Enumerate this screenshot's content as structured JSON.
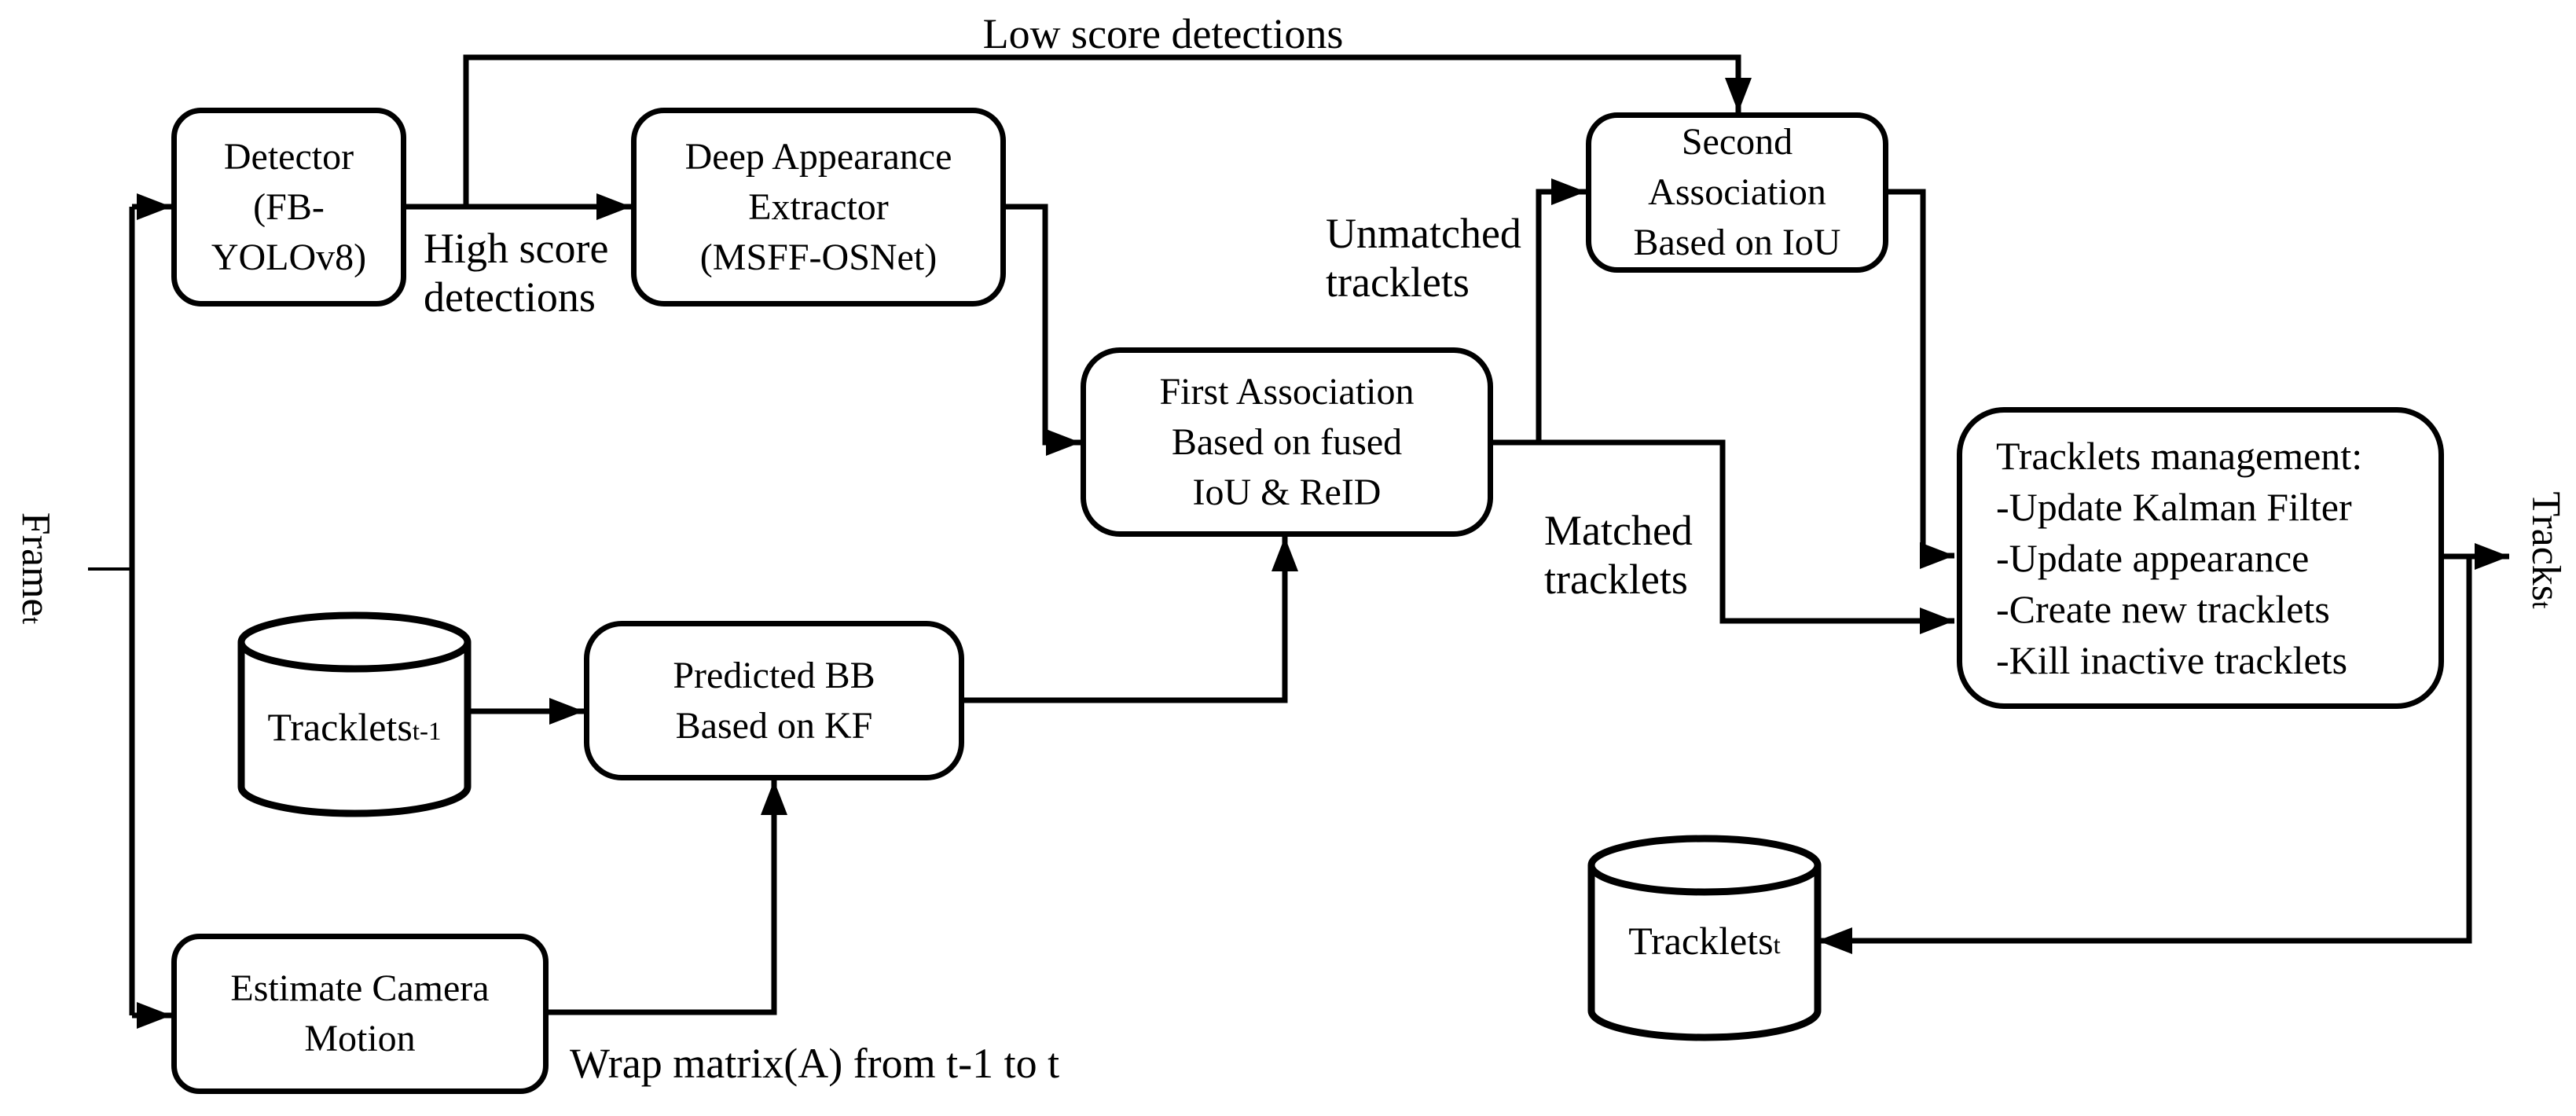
{
  "diagram": {
    "title_hint": "multi-object tracking pipeline flowchart",
    "colors": {
      "background": "#ffffff",
      "stroke": "#000000",
      "text": "#000000"
    },
    "nodes": {
      "detector": {
        "label": "Detector\n(FB-\nYOLOv8)"
      },
      "deep_appearance_extractor": {
        "label": "Deep Appearance\nExtractor\n(MSFF-OSNet)"
      },
      "first_association": {
        "label": "First Association\nBased on fused\nIoU & ReID"
      },
      "second_association": {
        "label": "Second\nAssociation\nBased on IoU"
      },
      "tracklets_management": {
        "label": "Tracklets management:\n-Update Kalman Filter\n-Update appearance\n-Create new tracklets\n-Kill inactive tracklets"
      },
      "predicted_bb": {
        "label": "Predicted BB\nBased on KF"
      },
      "estimate_camera_motion": {
        "label": "Estimate Camera\nMotion"
      }
    },
    "datastores": {
      "tracklets_prev": {
        "text": "Tracklets",
        "sub": "t-1"
      },
      "tracklets_current": {
        "text": "Tracklets",
        "sub": "t"
      }
    },
    "edge_labels": {
      "low_score": "Low score detections",
      "high_score": "High score\ndetections",
      "unmatched": "Unmatched\ntracklets",
      "matched": "Matched\ntracklets",
      "wrap_matrix": "Wrap matrix(A) from t-1 to t"
    },
    "io_labels": {
      "input_frame": {
        "text": "Frame",
        "sub": "t"
      },
      "output_tracks": {
        "text": "Tracks",
        "sub": "t"
      }
    }
  }
}
